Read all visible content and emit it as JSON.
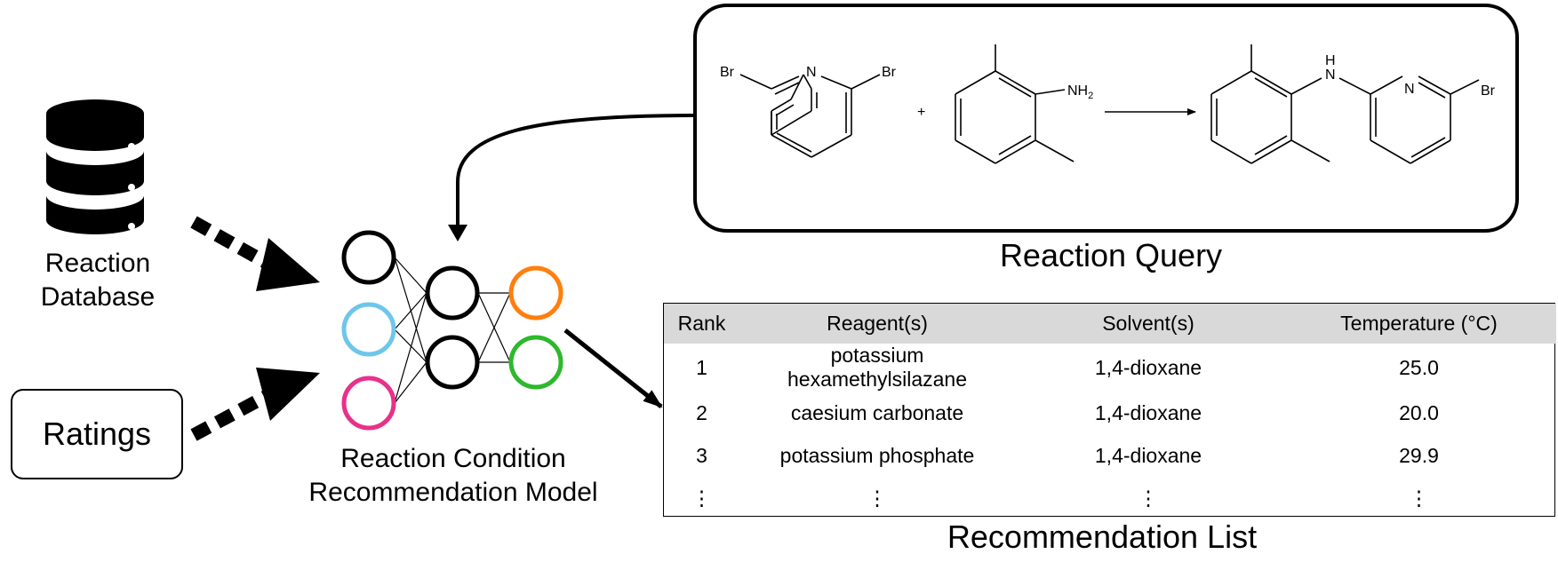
{
  "database": {
    "label_line1": "Reaction",
    "label_line2": "Database"
  },
  "ratings": {
    "label": "Ratings"
  },
  "model": {
    "label_line1": "Reaction Condition",
    "label_line2": "Recommendation Model",
    "node_colors": [
      "#000000",
      "#6ec6ea",
      "#e8318a",
      "#000000",
      "#000000",
      "#ff7f0e",
      "#2db82d"
    ]
  },
  "query": {
    "title": "Reaction Query",
    "atoms": {
      "br1": "Br",
      "n1": "N",
      "br2": "Br",
      "plus": "+",
      "nh2": "NH",
      "nh2_sub": "2",
      "nh": "H",
      "n2": "N",
      "br3": "Br"
    }
  },
  "recommendation": {
    "title": "Recommendation List",
    "columns": [
      "Rank",
      "Reagent(s)",
      "Solvent(s)",
      "Temperature (°C)"
    ],
    "rows": [
      [
        "1",
        "potassium hexamethylsilazane",
        "1,4-dioxane",
        "25.0"
      ],
      [
        "2",
        "caesium carbonate",
        "1,4-dioxane",
        "20.0"
      ],
      [
        "3",
        "potassium phosphate",
        "1,4-dioxane",
        "29.9"
      ],
      [
        "⋮",
        "⋮",
        "⋮",
        "⋮"
      ]
    ]
  }
}
